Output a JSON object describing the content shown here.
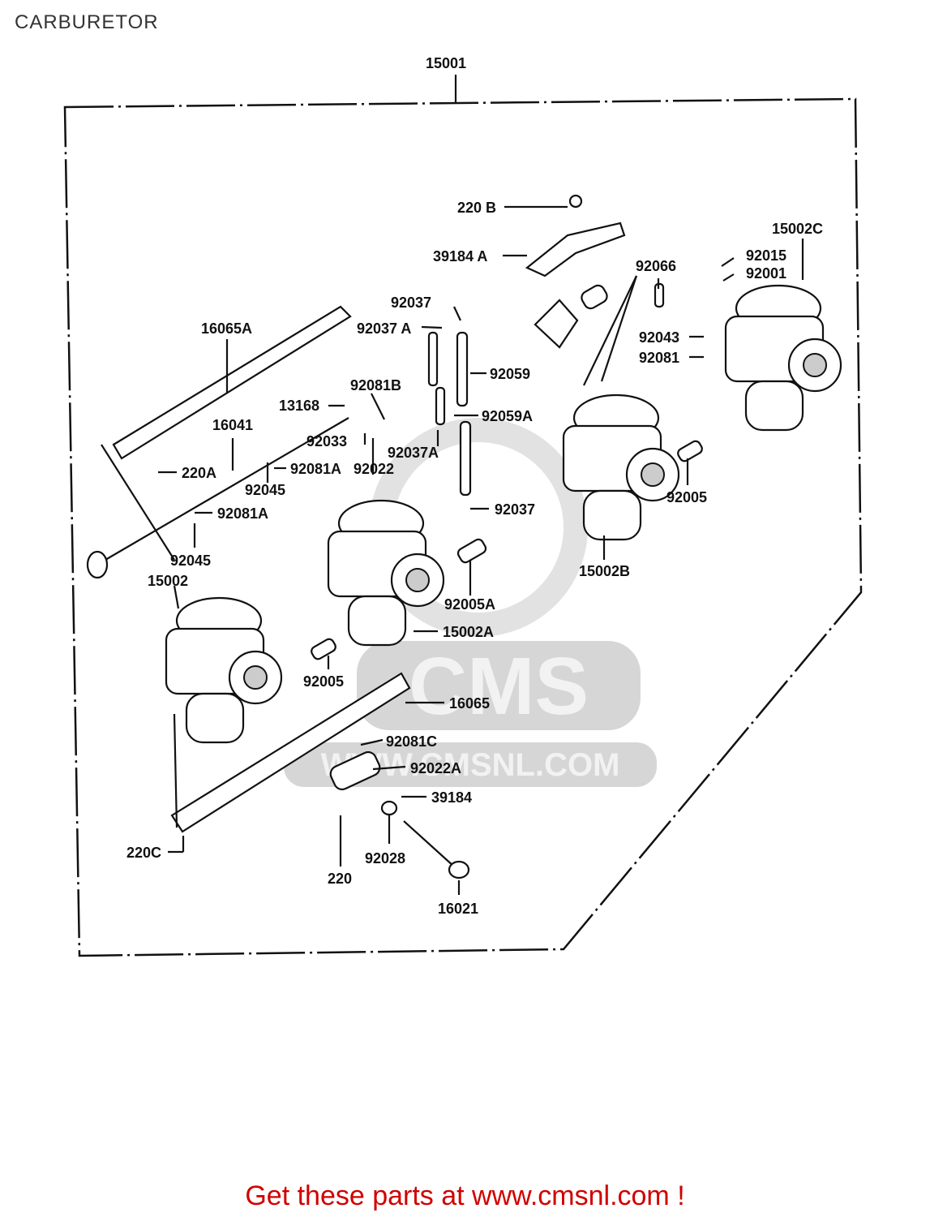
{
  "title": "CARBURETOR",
  "cta": "Get these parts at www.cmsnl.com !",
  "watermark": {
    "logo": "CMS",
    "url": "WWW.CMSNL.COM"
  },
  "parts": [
    {
      "id": "p15001",
      "label": "15001"
    },
    {
      "id": "p220b",
      "label": "220 B"
    },
    {
      "id": "p39184a",
      "label": "39184 A"
    },
    {
      "id": "p15002c",
      "label": "15002C"
    },
    {
      "id": "p92066",
      "label": "92066"
    },
    {
      "id": "p92015",
      "label": "92015"
    },
    {
      "id": "p92001",
      "label": "92001"
    },
    {
      "id": "p92037t",
      "label": "92037"
    },
    {
      "id": "p92037a_t",
      "label": "92037 A"
    },
    {
      "id": "p16065a",
      "label": "16065A"
    },
    {
      "id": "p92043",
      "label": "92043"
    },
    {
      "id": "p92081r",
      "label": "92081"
    },
    {
      "id": "p92059",
      "label": "92059"
    },
    {
      "id": "p92081b",
      "label": "92081B"
    },
    {
      "id": "p13168",
      "label": "13168"
    },
    {
      "id": "p16041",
      "label": "16041"
    },
    {
      "id": "p92059a",
      "label": "92059A"
    },
    {
      "id": "p92033",
      "label": "92033"
    },
    {
      "id": "p92037a_b",
      "label": "92037A"
    },
    {
      "id": "p220a",
      "label": "220A"
    },
    {
      "id": "p92081a_1",
      "label": "92081A"
    },
    {
      "id": "p92022",
      "label": "92022"
    },
    {
      "id": "p92045_1",
      "label": "92045"
    },
    {
      "id": "p92005_r",
      "label": "92005"
    },
    {
      "id": "p92037b",
      "label": "92037"
    },
    {
      "id": "p92081a_2",
      "label": "92081A"
    },
    {
      "id": "p15002b",
      "label": "15002B"
    },
    {
      "id": "p92045_2",
      "label": "92045"
    },
    {
      "id": "p15002",
      "label": "15002"
    },
    {
      "id": "p92005a",
      "label": "92005A"
    },
    {
      "id": "p15002a",
      "label": "15002A"
    },
    {
      "id": "p92005_l",
      "label": "92005"
    },
    {
      "id": "p16065",
      "label": "16065"
    },
    {
      "id": "p92081c",
      "label": "92081C"
    },
    {
      "id": "p92022a",
      "label": "92022A"
    },
    {
      "id": "p39184",
      "label": "39184"
    },
    {
      "id": "p220c",
      "label": "220C"
    },
    {
      "id": "p92028",
      "label": "92028"
    },
    {
      "id": "p220",
      "label": "220"
    },
    {
      "id": "p16021",
      "label": "16021"
    }
  ]
}
